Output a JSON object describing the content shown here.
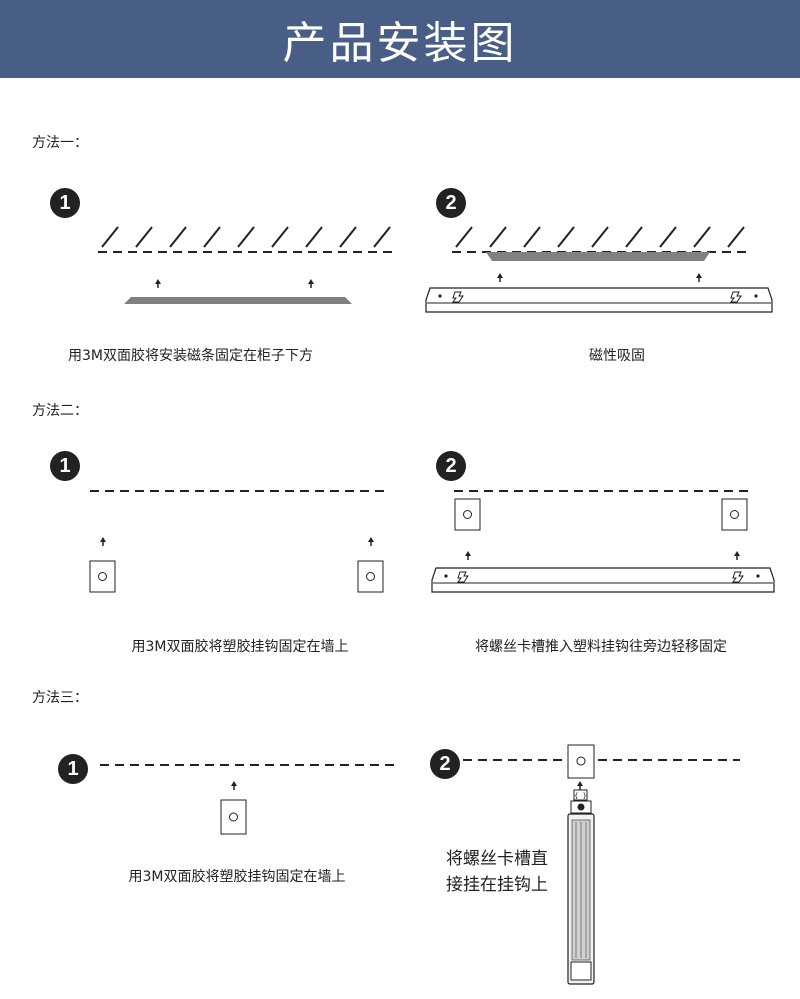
{
  "header": {
    "title": "产品安装图"
  },
  "methods": [
    {
      "label": "方法一：",
      "steps": [
        {
          "number": "1",
          "caption": "用3M双面胶将安装磁条固定在柜子下方"
        },
        {
          "number": "2",
          "caption": "磁性吸固"
        }
      ]
    },
    {
      "label": "方法二：",
      "steps": [
        {
          "number": "1",
          "caption": "用3M双面胶将塑胶挂钩固定在墙上"
        },
        {
          "number": "2",
          "caption": "将螺丝卡槽推入塑料挂钩往旁边轻移固定"
        }
      ]
    },
    {
      "label": "方法三：",
      "steps": [
        {
          "number": "1",
          "caption": "用3M双面胶将塑胶挂钩固定在墙上"
        },
        {
          "number": "2",
          "caption": "将螺丝卡槽直\n接挂在挂钩上"
        }
      ]
    }
  ],
  "colors": {
    "banner": "#485e86",
    "magnet_strip": "#808080",
    "ink": "#222222"
  }
}
